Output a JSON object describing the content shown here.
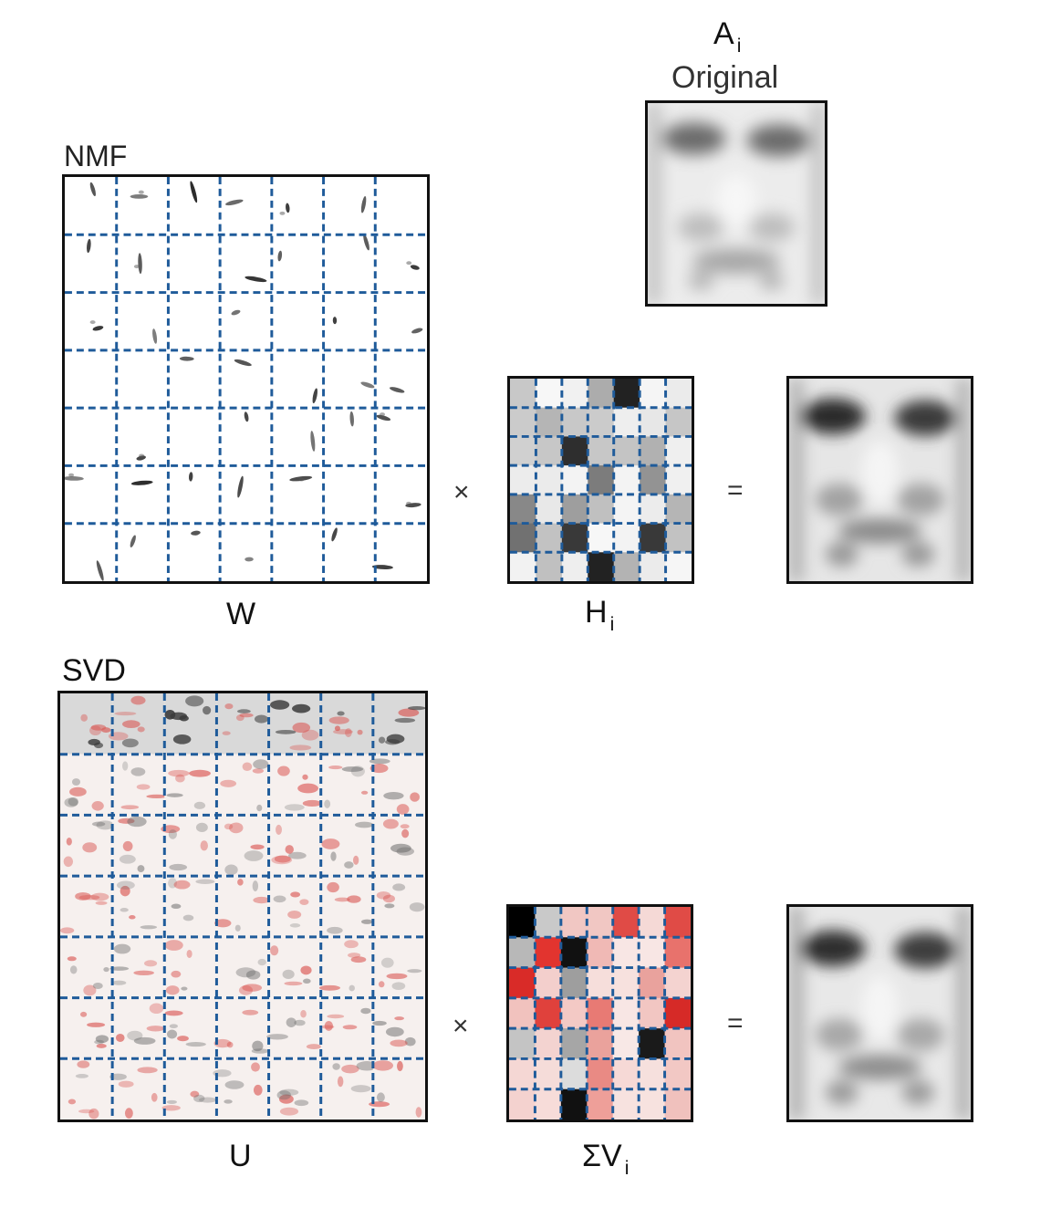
{
  "top_label": {
    "base": "A",
    "sub": "i"
  },
  "original_label": "Original",
  "nmf_title": "NMF",
  "svd_title": "SVD",
  "w_label": "W",
  "h_label": {
    "base": "H",
    "sub": "i"
  },
  "u_label": "U",
  "sv_label": {
    "base": "ΣV",
    "sub": "i"
  },
  "operators": {
    "times": "×",
    "equals": "="
  },
  "colors": {
    "grid": "#1f5b9a",
    "border": "#111111",
    "positive": "#d7262b",
    "negative": "#111111"
  }
}
